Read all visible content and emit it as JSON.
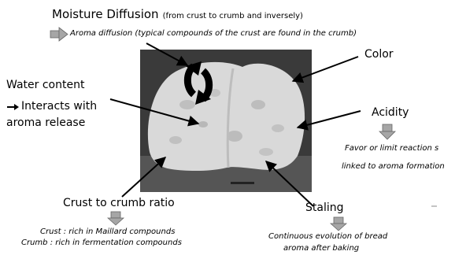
{
  "moisture": {
    "title": "Moisture Diffusion",
    "subtitle": "(from crust to crumb and inversely)",
    "aroma": "Aroma diffusion (typical compounds of the crust are found in the crumb)"
  },
  "water": {
    "title": "Water content",
    "line1": "Interacts with",
    "line2": "aroma release"
  },
  "color": {
    "title": "Color"
  },
  "acidity": {
    "title": "Acidity",
    "line1": "Favor or limit reaction s",
    "line2": "linked to aroma formation"
  },
  "crust": {
    "title": "Crust to crumb ratio",
    "line1": "Crust : rich in Maillard compounds",
    "line2": "Crumb : rich in fermentation compounds"
  },
  "staling": {
    "title": "Staling",
    "line1": "Continuous evolution of bread",
    "line2": "aroma after baking"
  },
  "colors": {
    "photo_bg": "#3a3a3a",
    "crumb": "#dcdcdc",
    "arrow_gray": "#a6a6a6"
  }
}
